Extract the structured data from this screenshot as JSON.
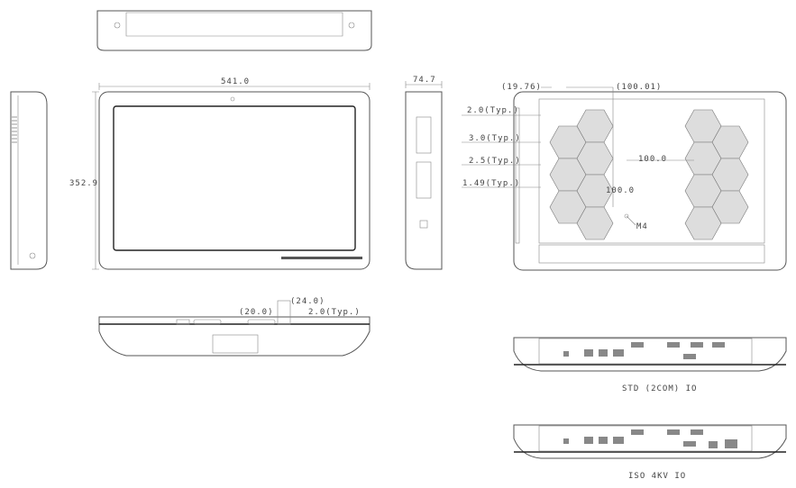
{
  "dimensions": {
    "width": "541.0",
    "depth": "74.7",
    "height": "352.9",
    "rear_left_offset": "(19.76)",
    "rear_top_offset": "(100.01)",
    "wall_1": "2.0(Typ.)",
    "wall_2": "3.0(Typ.)",
    "wall_3": "2.5(Typ.)",
    "wall_4": "1.49(Typ.)",
    "vesa_h": "100.0",
    "vesa_v": "100.0",
    "screw": "M4",
    "bottom_a": "(24.0)",
    "bottom_b": "(20.0)",
    "bottom_c": "2.0(Typ.)"
  },
  "io_views": {
    "std": "STD (2COM) IO",
    "iso": "ISO 4KV IO"
  }
}
